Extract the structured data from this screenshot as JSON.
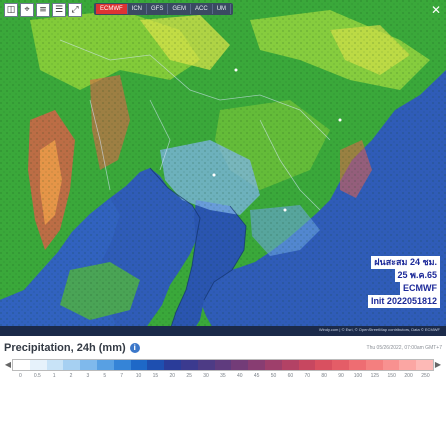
{
  "toolbar": {
    "icons": [
      "layers-icon",
      "location-icon",
      "menu-icon"
    ],
    "model_tabs": [
      {
        "label": "ECMWF",
        "active": true
      },
      {
        "label": "ICN",
        "active": false
      },
      {
        "label": "GFS",
        "active": false
      },
      {
        "label": "GEM",
        "active": false
      },
      {
        "label": "ACC",
        "active": false
      },
      {
        "label": "UM",
        "active": false
      }
    ]
  },
  "annotation": {
    "line1": "ฝนสะสม 24 ชม.",
    "line2": "25 พ.ค.65",
    "line3": "ECMWF",
    "line4": "Init 2022051812"
  },
  "map": {
    "credit": "Windy.com | © Esri, © OpenStreetMap contributors, Data © ECMWF"
  },
  "legend": {
    "title": "Precipitation, 24h (mm)",
    "timestamp": "Thu 05/26/2022, 07:00am GMT+7",
    "ticks": [
      "0",
      "0.5",
      "1",
      "2",
      "3",
      "5",
      "7",
      "10",
      "15",
      "20",
      "25",
      "30",
      "35",
      "40",
      "45",
      "50",
      "60",
      "70",
      "80",
      "90",
      "100",
      "125",
      "150",
      "200",
      "250"
    ],
    "colors": [
      "#ffffff",
      "#e6f2fb",
      "#c8e3f7",
      "#a6d0f2",
      "#7fb9ec",
      "#58a0e3",
      "#3584d7",
      "#1e68c7",
      "#1e4fb0",
      "#2a3c99",
      "#3b3a8f",
      "#4d3b85",
      "#5f3b7e",
      "#733c78",
      "#883d72",
      "#9e3f6b",
      "#b34265",
      "#c74760",
      "#d95060",
      "#e45d67",
      "#ee6d72",
      "#f47f7f",
      "#f89190",
      "#fba6a3",
      "#fdb9b6"
    ]
  }
}
